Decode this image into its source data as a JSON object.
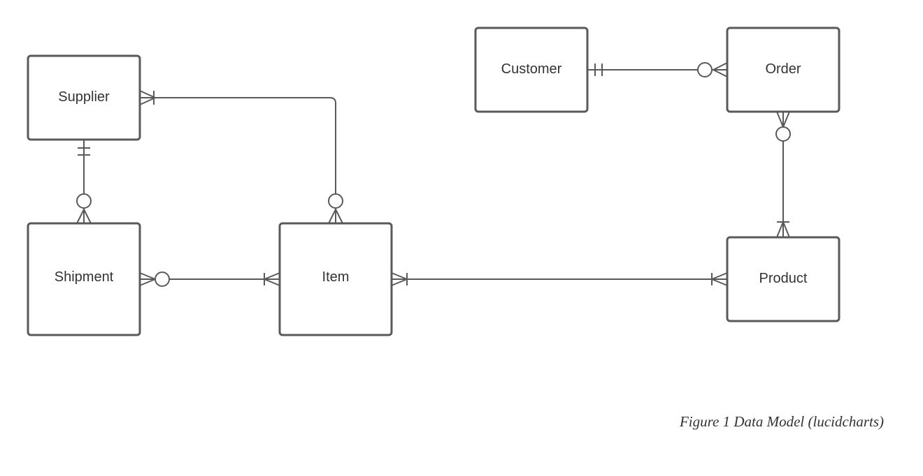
{
  "entities": {
    "supplier": "Supplier",
    "shipment": "Shipment",
    "item": "Item",
    "customer": "Customer",
    "order": "Order",
    "product": "Product"
  },
  "relationships": [
    {
      "from": "Supplier",
      "from_end": "one-and-only-one",
      "to": "Shipment",
      "to_end": "zero-or-many"
    },
    {
      "from": "Supplier",
      "from_end": "one-or-many",
      "to": "Item",
      "to_end": "zero-or-many"
    },
    {
      "from": "Shipment",
      "from_end": "zero-or-many",
      "to": "Item",
      "to_end": "one-or-many"
    },
    {
      "from": "Item",
      "from_end": "one-or-many",
      "to": "Product",
      "to_end": "one-or-many"
    },
    {
      "from": "Customer",
      "from_end": "one-and-only-one",
      "to": "Order",
      "to_end": "zero-or-many"
    },
    {
      "from": "Order",
      "from_end": "zero-or-many",
      "to": "Product",
      "to_end": "one-or-many"
    }
  ],
  "caption": "Figure 1 Data Model (lucidcharts)",
  "colors": {
    "stroke": "#595959",
    "text": "#333333",
    "background": "#ffffff"
  }
}
